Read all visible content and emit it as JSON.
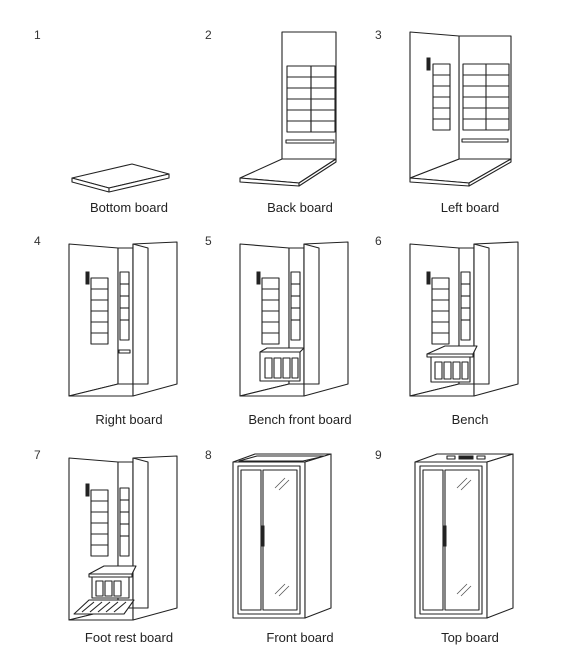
{
  "steps": [
    {
      "number": "1",
      "caption": "Bottom board"
    },
    {
      "number": "2",
      "caption": "Back board"
    },
    {
      "number": "3",
      "caption": "Left board"
    },
    {
      "number": "4",
      "caption": "Right board"
    },
    {
      "number": "5",
      "caption": "Bench front board"
    },
    {
      "number": "6",
      "caption": "Bench"
    },
    {
      "number": "7",
      "caption": "Foot rest board"
    },
    {
      "number": "8",
      "caption": "Front board"
    },
    {
      "number": "9",
      "caption": "Top board"
    }
  ]
}
